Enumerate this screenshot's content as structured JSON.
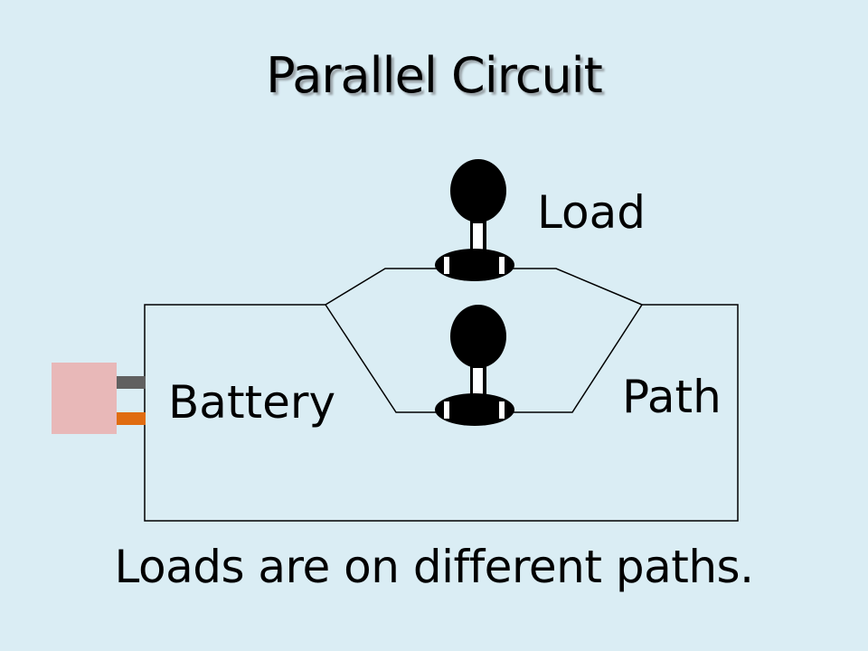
{
  "slide": {
    "title": "Parallel Circuit",
    "caption": "Loads are on different paths."
  },
  "diagram": {
    "labels": {
      "load": "Load",
      "path": "Path",
      "battery": "Battery"
    },
    "colors": {
      "background": "#daedf4",
      "battery_body": "#e8b8b8",
      "terminal_negative": "#606060",
      "terminal_positive": "#e06c10",
      "bulb": "#000000",
      "bulb_contact": "#ffffff",
      "wire": "#000000"
    }
  }
}
